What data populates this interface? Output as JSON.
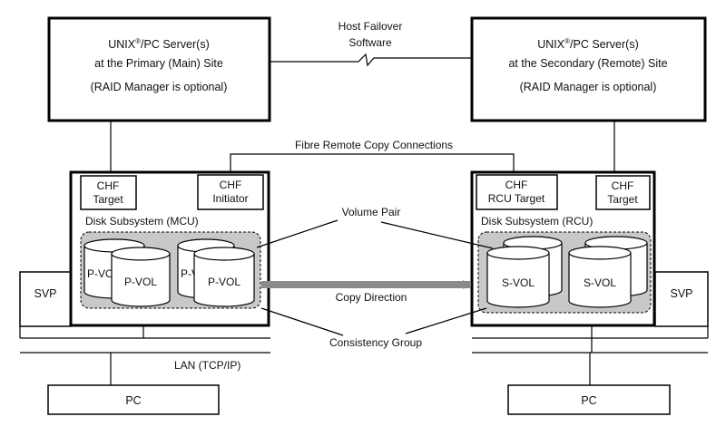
{
  "colors": {
    "line": "#000000",
    "group_fill": "#c8c8c8",
    "arrow": "#8a8a8a",
    "background": "#ffffff"
  },
  "primary_server": {
    "line1_prefix": "UNIX",
    "line1_sup": "®",
    "line1_suffix": "/PC Server(s)",
    "line2": "at the Primary (Main) Site",
    "line3": "(RAID Manager is optional)"
  },
  "secondary_server": {
    "line1_prefix": "UNIX",
    "line1_sup": "®",
    "line1_suffix": "/PC Server(s)",
    "line2": "at the Secondary (Remote) Site",
    "line3": "(RAID Manager is optional)"
  },
  "host_failover": {
    "line1": "Host Failover",
    "line2": "Software"
  },
  "fibre_label": "Fibre Remote Copy Connections",
  "mcu": {
    "title": "Disk Subsystem (MCU)",
    "chf_target": {
      "line1": "CHF",
      "line2": "Target"
    },
    "chf_initiator": {
      "line1": "CHF",
      "line2": "Initiator"
    },
    "volumes": [
      "P-VOL",
      "P-VOL",
      "P-VOL",
      "P-VOL"
    ]
  },
  "rcu": {
    "title": "Disk Subsystem (RCU)",
    "chf_rcu_target": {
      "line1": "CHF",
      "line2": "RCU Target"
    },
    "chf_target": {
      "line1": "CHF",
      "line2": "Target"
    },
    "volumes": [
      "S-VOL",
      "S-VOL"
    ]
  },
  "volume_pair_label": "Volume Pair",
  "copy_direction_label": "Copy Direction",
  "consistency_group_label": "Consistency Group",
  "svp_left": "SVP",
  "svp_right": "SVP",
  "lan_label": "LAN (TCP/IP)",
  "pc_left": "PC",
  "pc_right": "PC"
}
